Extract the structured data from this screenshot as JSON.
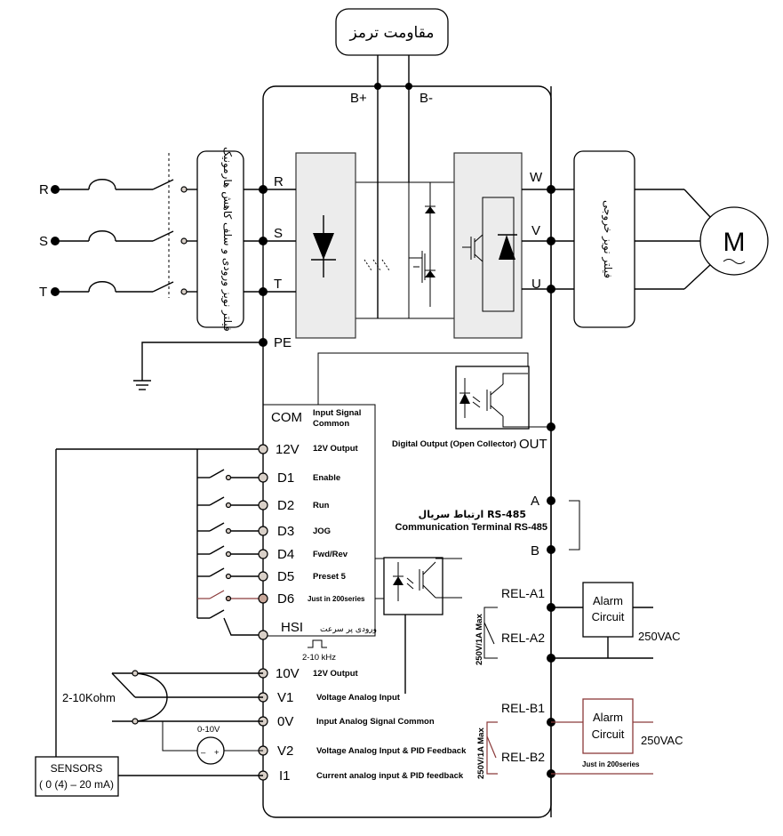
{
  "brake_resistor": "مقاومت ترمز",
  "dc_bus": {
    "plus": "B+",
    "minus": "B-"
  },
  "input_phases": [
    "R",
    "S",
    "T"
  ],
  "input_filter": "فیلتر نویز ورودی و سلف کاهش هارمونیک",
  "output_filter": "فیلتر نویز خروجی",
  "motor": "M",
  "output_phases": [
    "W",
    "V",
    "U"
  ],
  "pe": "PE",
  "terminals": [
    {
      "name": "COM",
      "desc": "Input Signal Common"
    },
    {
      "name": "12V",
      "desc": "12V Output"
    },
    {
      "name": "D1",
      "desc": "Enable"
    },
    {
      "name": "D2",
      "desc": "Run"
    },
    {
      "name": "D3",
      "desc": "JOG"
    },
    {
      "name": "D4",
      "desc": "Fwd/Rev"
    },
    {
      "name": "D5",
      "desc": "Preset 5"
    },
    {
      "name": "D6",
      "desc": "Just in 200series"
    },
    {
      "name": "HSI",
      "desc": "ورودی پر سرعت"
    },
    {
      "name": "10V",
      "desc": "12V Output"
    },
    {
      "name": "V1",
      "desc": "Voltage Analog Input"
    },
    {
      "name": "0V",
      "desc": "Input Analog Signal Common"
    },
    {
      "name": "V2",
      "desc": "Voltage Analog Input & PID Feedback"
    },
    {
      "name": "I1",
      "desc": "Current analog input & PID feedback"
    }
  ],
  "hsi_freq": "2-10 kHz",
  "pot": "2-10Kohm",
  "meter": {
    "range": "0-10V",
    "minus": "–",
    "plus": "+"
  },
  "sensors": {
    "line1": "SENSORS",
    "line2": "( 0 (4) – 20 mA)"
  },
  "digital_output": {
    "desc": "Digital Output  (Open Collector)",
    "terminal": "OUT"
  },
  "rs485": {
    "title_fa": "ارتباط سریال RS-485",
    "title_en": "Communication Terminal RS-485",
    "a": "A",
    "b": "B"
  },
  "relay_a": {
    "t1": "REL-A1",
    "t2": "REL-A2",
    "rating": "250V/1A Max",
    "circuit": [
      "Alarm",
      "Circuit"
    ],
    "vac": "250VAC"
  },
  "relay_b": {
    "t1": "REL-B1",
    "t2": "REL-B2",
    "rating": "250V/1A Max",
    "circuit": [
      "Alarm",
      "Circuit"
    ],
    "vac": "250VAC",
    "note": "Just in 200series"
  },
  "colors": {
    "line": "#000000",
    "module_fill": "#ececec",
    "terminal_ring": "#d9d0c8",
    "relay_b_wire": "#8b3a3a"
  }
}
